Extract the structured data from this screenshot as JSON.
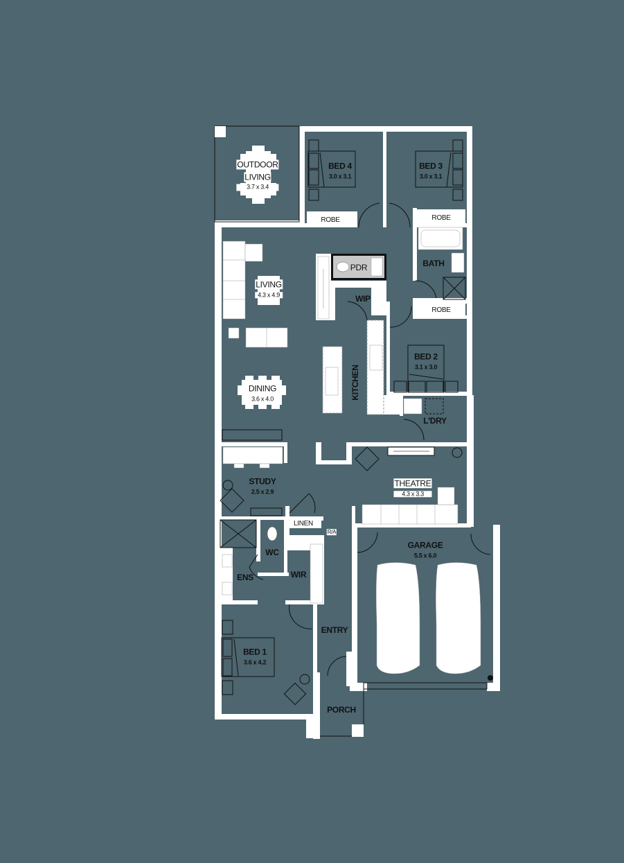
{
  "plan": {
    "background": "#4d6670",
    "wall_color": "#ffffff",
    "line_color": "#111111",
    "pdr_fill": "#c8c8c8"
  },
  "rooms": {
    "outdoor_living": {
      "name_line1": "OUTDOOR",
      "name_line2": "LIVING",
      "dim": "3.7 x 3.4"
    },
    "bed4": {
      "name": "BED 4",
      "dim": "3.0 x 3.1"
    },
    "bed3": {
      "name": "BED 3",
      "dim": "3.0 x 3.1"
    },
    "robe_bed4": {
      "name": "ROBE"
    },
    "robe_bed3": {
      "name": "ROBE"
    },
    "robe_bed2": {
      "name": "ROBE"
    },
    "living": {
      "name": "LIVING",
      "dim": "4.3 x 4.9"
    },
    "pdr": {
      "name": "PDR"
    },
    "wip": {
      "name": "WIP"
    },
    "bath": {
      "name": "BATH"
    },
    "bed2": {
      "name": "BED 2",
      "dim": "3.1 x 3.0"
    },
    "kitchen": {
      "name": "KITCHEN"
    },
    "dining": {
      "name": "DINING",
      "dim": "3.6 x 4.0"
    },
    "laundry": {
      "name": "L'DRY"
    },
    "study": {
      "name": "STUDY",
      "dim": "2.5 x 2.9"
    },
    "theatre": {
      "name": "THEATRE",
      "dim": "4.3 x 3.3"
    },
    "linen": {
      "name": "LINEN"
    },
    "ra": {
      "name": "R/A"
    },
    "wc": {
      "name": "WC"
    },
    "ens": {
      "name": "ENS"
    },
    "wir": {
      "name": "WIR"
    },
    "garage": {
      "name": "GARAGE",
      "dim": "5.5 x 6.0"
    },
    "entry": {
      "name": "ENTRY"
    },
    "bed1": {
      "name": "BED 1",
      "dim": "3.6 x 4.2"
    },
    "porch": {
      "name": "PORCH"
    }
  }
}
